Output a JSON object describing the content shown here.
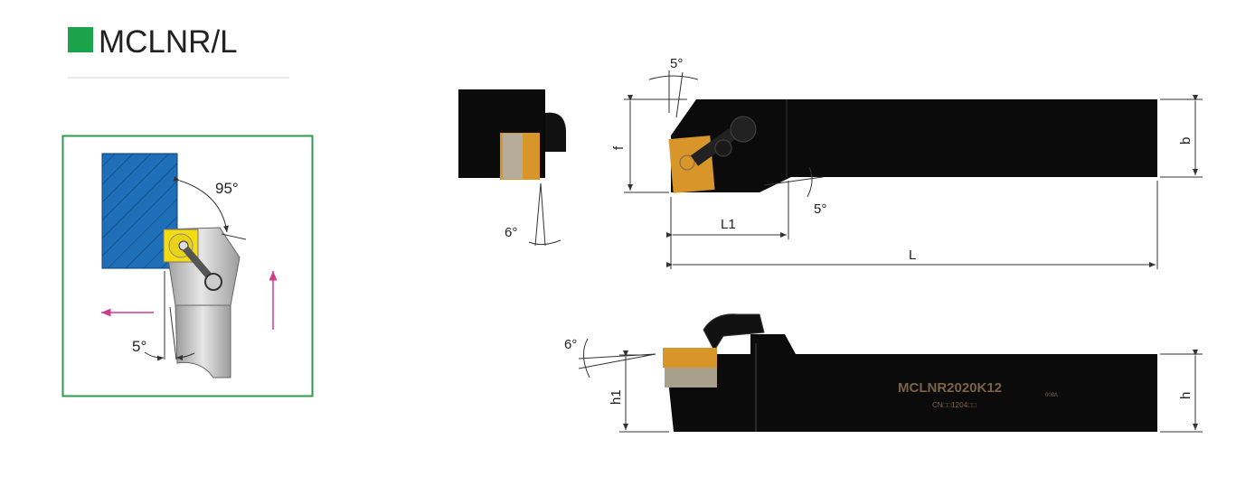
{
  "title": "MCLNR/L",
  "colors": {
    "brand_square": "#1aa34a",
    "frame": "#2e9a4e",
    "workpiece": "#1e6fb8",
    "insert_yellow": "#f4dc10",
    "insert_orange": "#d8962a",
    "arrow": "#d23c8c",
    "holder": "#0b0b0b",
    "marking": "#7b6248"
  },
  "working_diagram": {
    "approach_angle": "95°",
    "clearance_angle": "5°"
  },
  "top_small_view": {
    "angle": "6°"
  },
  "top_view": {
    "angle_top": "5°",
    "angle_bottom": "5°",
    "dim_f": "f",
    "dim_b": "b",
    "dim_L1": "L1",
    "dim_L": "L"
  },
  "side_view": {
    "angle": "6°",
    "dim_h1": "h1",
    "dim_h": "h",
    "marking_model": "MCLNR2020K12",
    "marking_insert": "CN□□1204□□",
    "marking_code": "008A"
  }
}
